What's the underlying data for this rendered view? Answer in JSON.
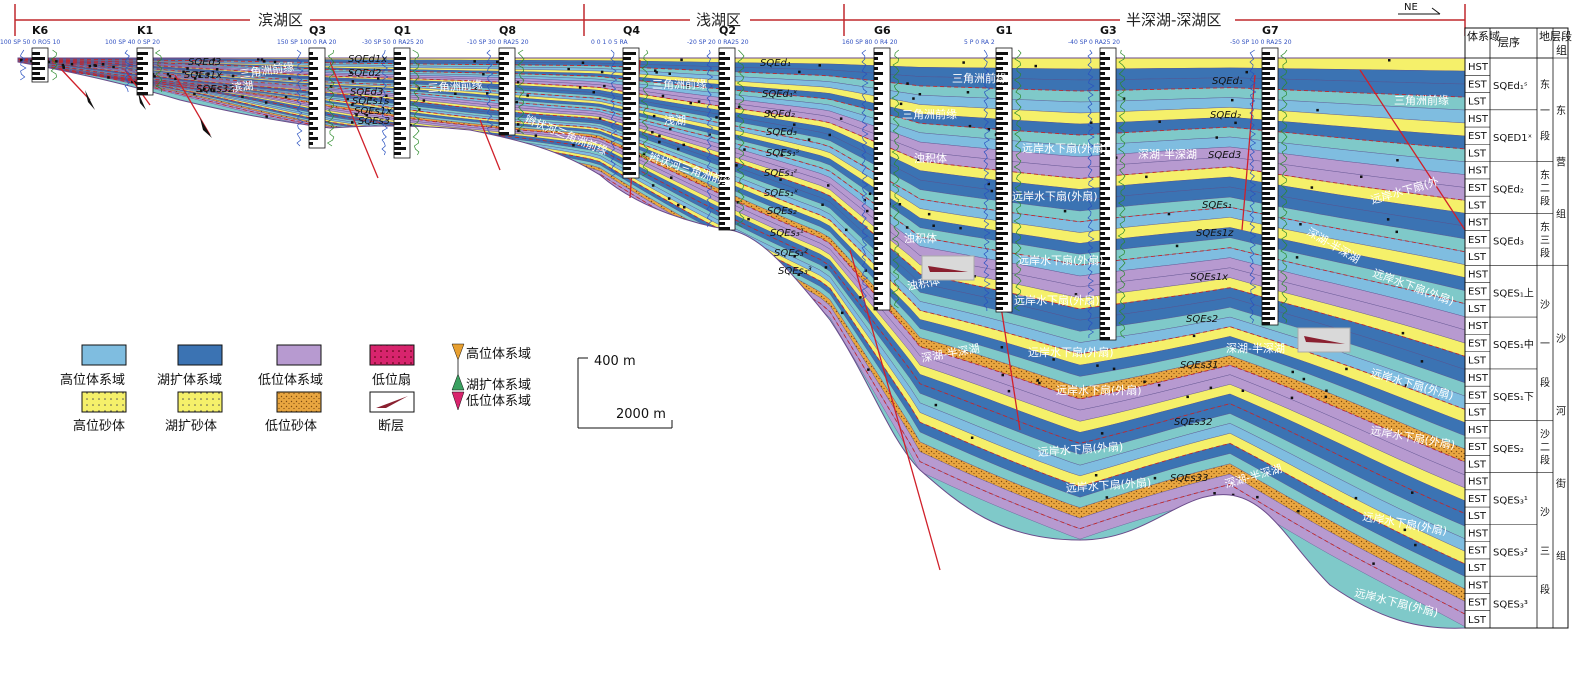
{
  "zones": [
    {
      "label": "滨湖区"
    },
    {
      "label": "浅湖区"
    },
    {
      "label": "半深湖-深湖区"
    }
  ],
  "north_arrow": "NE",
  "wells": [
    {
      "name": "K6",
      "scale": "100  SP  50 0  RO5  10"
    },
    {
      "name": "K1",
      "scale": "100  SP  40 0  SP  20"
    },
    {
      "name": "Q3",
      "scale": "150  SP  100 0  RA  20"
    },
    {
      "name": "Q1",
      "scale": "-30  SP  50 0  RA25  20"
    },
    {
      "name": "Q8",
      "scale": "-10  SP  30 0  RA25  20"
    },
    {
      "name": "Q4",
      "scale": "0  0 1  0  5  RA"
    },
    {
      "name": "Q2",
      "scale": "-20  SP  20 0  RA25  20"
    },
    {
      "name": "G6",
      "scale": "160  SP  80 0  R4  20"
    },
    {
      "name": "G1",
      "scale": "5  P  0  RA  2"
    },
    {
      "name": "G3",
      "scale": "-40  SP  0  RA25  20"
    },
    {
      "name": "G7",
      "scale": "-50  SP  10 0  RA25  20"
    }
  ],
  "sequence_labels": {
    "left": [
      "SQEd3",
      "SQEs1x",
      "SQEs32"
    ],
    "q3q1": [
      "SQEd1x",
      "SQEd2",
      "SQEd3",
      "SQEs1s",
      "SQEs1x",
      "SQEs3"
    ],
    "center": [
      "SQEd₁",
      "SQEd₁ˣ",
      "SQEd₂",
      "SQEd₃",
      "SQEs₁ˢ",
      "SQEs₁ᶻ",
      "SQEs₁ˣ",
      "SQEs₂",
      "SQEs₃¹",
      "SQEs₃²",
      "SQEs₃³"
    ],
    "deep": [
      "SQEd₁",
      "SQEd₂",
      "SQEd3",
      "SQEs₁",
      "SQEs1z",
      "SQEs1x",
      "SQEs2",
      "SQEs31",
      "SQEs32",
      "SQEs33"
    ]
  },
  "facies_labels": {
    "delta_front": "三角洲前缘",
    "shore_lake": "滨湖",
    "shallow_lake": "浅湖",
    "braided_delta_front": "辫状河三角洲前缘",
    "turbidite": "浊积体",
    "distal_fan": "远岸水下扇(外扇)",
    "distal_fan_short": "远岸水下扇(外",
    "deep_semi": "深湖-半深湖"
  },
  "legend": {
    "items": [
      {
        "label": "高位体系域",
        "color": "#7fbde0"
      },
      {
        "label": "湖扩体系域",
        "color": "#3b73b3"
      },
      {
        "label": "低位体系域",
        "color": "#b79ad0"
      },
      {
        "label": "低位扇",
        "color": "#d8246d"
      },
      {
        "label": "高位砂体",
        "color": "#f5f06a"
      },
      {
        "label": "湖扩砂体",
        "color": "#f7ef7e"
      },
      {
        "label": "低位砂体",
        "color": "#e9a640"
      },
      {
        "label": "断层",
        "color": "#ffffff"
      }
    ],
    "triangle_labels": [
      "高位体系域",
      "湖扩体系域",
      "低位体系域"
    ]
  },
  "scale_bar": {
    "vertical": "400 m",
    "horizontal": "2000  m"
  },
  "strat_table": {
    "headers": [
      "体系域",
      "层序",
      "地层段",
      "组"
    ],
    "rows": [
      {
        "st": "HST",
        "seq": "SQEd₁ˢ"
      },
      {
        "st": "EST",
        "seq": ""
      },
      {
        "st": "LST",
        "seq": ""
      },
      {
        "st": "HST",
        "seq": "SQED1ˣ"
      },
      {
        "st": "EST",
        "seq": ""
      },
      {
        "st": "LST",
        "seq": ""
      },
      {
        "st": "HST",
        "seq": "SQEd₂"
      },
      {
        "st": "EST",
        "seq": ""
      },
      {
        "st": "LST",
        "seq": ""
      },
      {
        "st": "HST",
        "seq": "SQEd₃"
      },
      {
        "st": "EST",
        "seq": ""
      },
      {
        "st": "LST",
        "seq": ""
      },
      {
        "st": "HST",
        "seq": "SQES₁上"
      },
      {
        "st": "EST",
        "seq": ""
      },
      {
        "st": "LST",
        "seq": ""
      },
      {
        "st": "HST",
        "seq": "SQES₁中"
      },
      {
        "st": "EST",
        "seq": ""
      },
      {
        "st": "LST",
        "seq": ""
      },
      {
        "st": "HST",
        "seq": "SQES₁下"
      },
      {
        "st": "EST",
        "seq": ""
      },
      {
        "st": "LST",
        "seq": ""
      },
      {
        "st": "HST",
        "seq": "SQES₂"
      },
      {
        "st": "EST",
        "seq": ""
      },
      {
        "st": "LST",
        "seq": ""
      },
      {
        "st": "HST",
        "seq": "SQES₃¹"
      },
      {
        "st": "EST",
        "seq": ""
      },
      {
        "st": "LST",
        "seq": ""
      },
      {
        "st": "HST",
        "seq": "SQES₃²"
      },
      {
        "st": "EST",
        "seq": ""
      },
      {
        "st": "LST",
        "seq": ""
      },
      {
        "st": "HST",
        "seq": "SQES₃³"
      },
      {
        "st": "EST",
        "seq": ""
      },
      {
        "st": "LST",
        "seq": ""
      }
    ],
    "members": [
      "东一段",
      "东二段",
      "东三段",
      "沙一段",
      "沙二段",
      "沙三段"
    ],
    "formations": [
      "东营组",
      "沙河街组"
    ]
  }
}
